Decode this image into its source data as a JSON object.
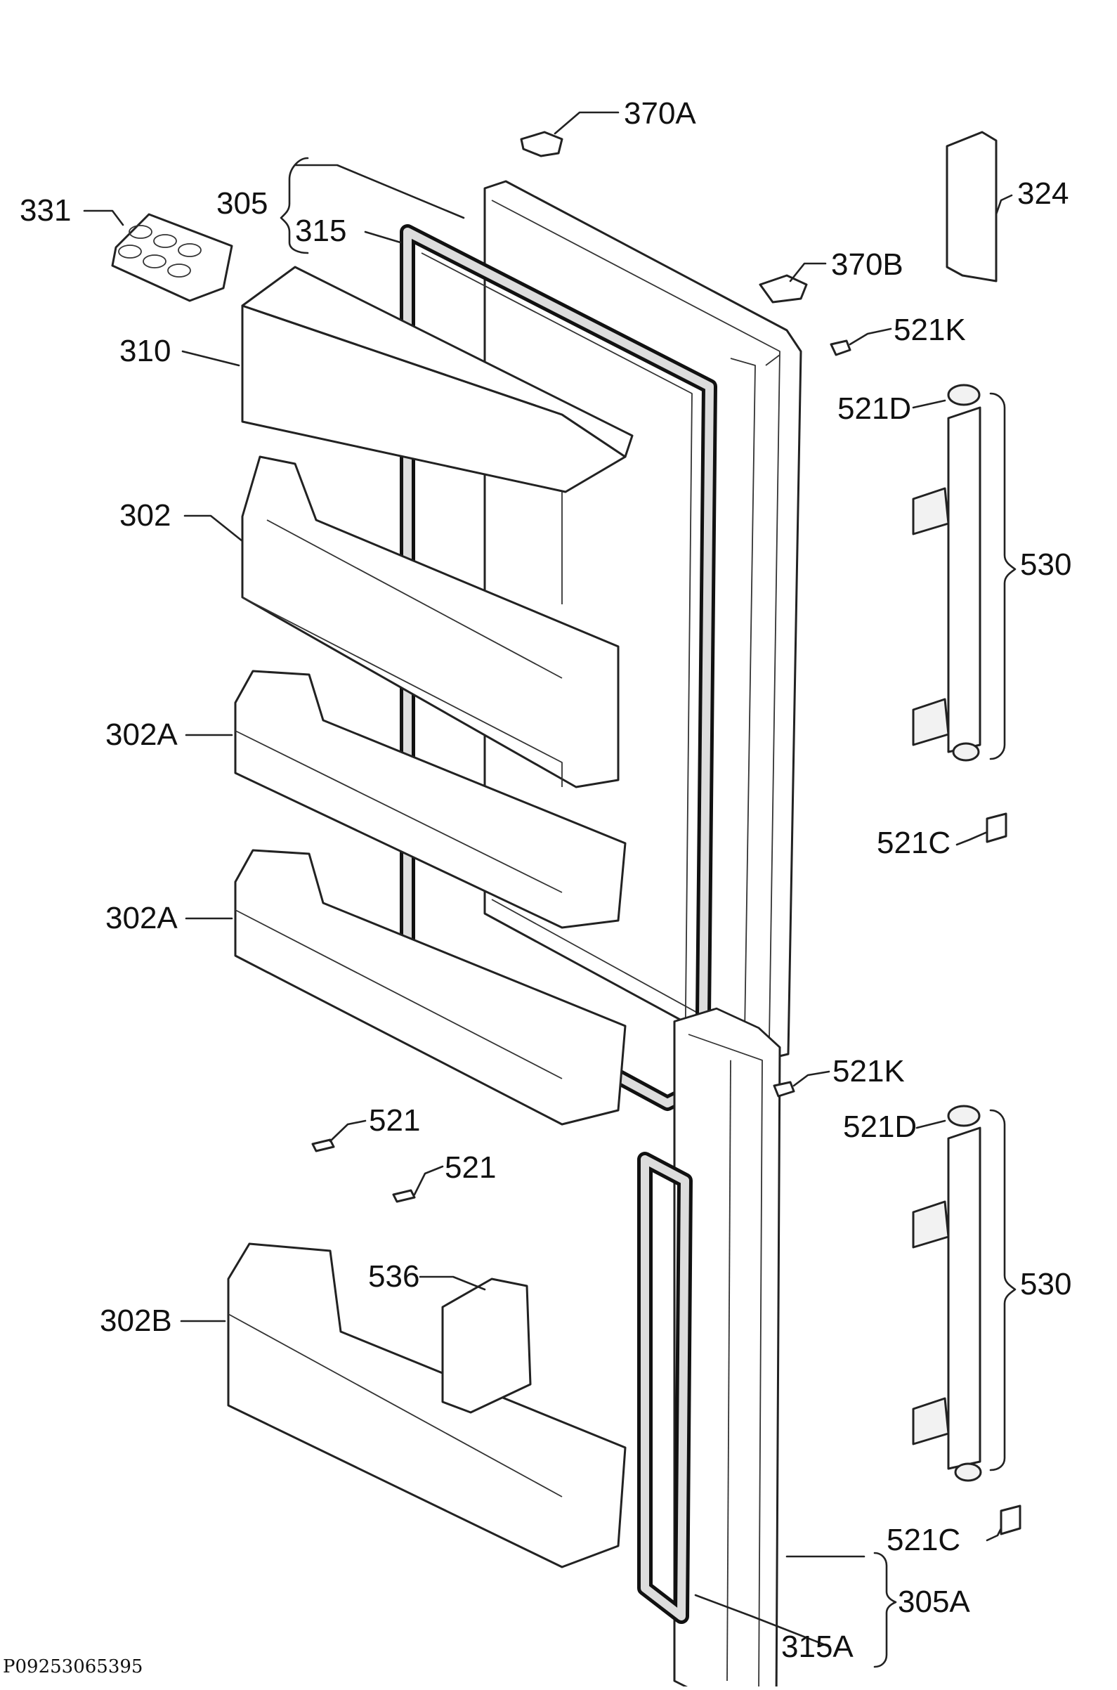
{
  "labels": {
    "p370a": "370A",
    "p370b": "370B",
    "p305": "305",
    "p315": "315",
    "p331": "331",
    "p324": "324",
    "p521k_top": "521K",
    "p310": "310",
    "p521d_top": "521D",
    "p302": "302",
    "p530_top": "530",
    "p302a_1": "302A",
    "p521c_top": "521C",
    "p302a_2": "302A",
    "p521k_bottom": "521K",
    "p521_1": "521",
    "p521d_bottom": "521D",
    "p521_2": "521",
    "p536": "536",
    "p302b": "302B",
    "p530_bottom": "530",
    "p521c_bottom": "521C",
    "p305a": "305A",
    "p315a": "315A"
  },
  "document_id": "P09253065395"
}
